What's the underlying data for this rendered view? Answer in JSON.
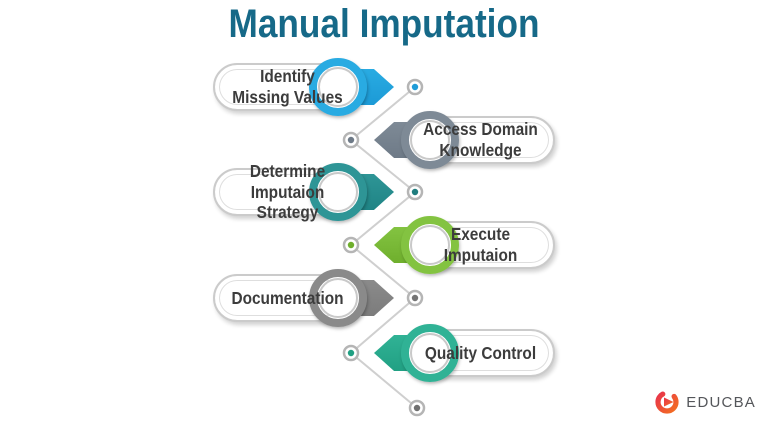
{
  "title": {
    "text": "Manual Imputation",
    "color": "#166988"
  },
  "steps": [
    {
      "label": "Identify\nMissing Values",
      "side": "left",
      "accent": "#29ABE2",
      "accent_dark": "#1C9AD6"
    },
    {
      "label": "Access Domain\nKnowledge",
      "side": "right",
      "accent": "#7E8A96",
      "accent_dark": "#6E7A87"
    },
    {
      "label": "Determine\nImputaion Strategy",
      "side": "left",
      "accent": "#2E9596",
      "accent_dark": "#1F8485"
    },
    {
      "label": "Execute Imputaion",
      "side": "right",
      "accent": "#83C341",
      "accent_dark": "#6FAF2D"
    },
    {
      "label": "Documentation",
      "side": "left",
      "accent": "#8A8A8A",
      "accent_dark": "#7C7C7C"
    },
    {
      "label": "Quality Control",
      "side": "right",
      "accent": "#30B295",
      "accent_dark": "#21A083"
    }
  ],
  "connector": {
    "line_color": "#CFCFCF",
    "node_ring_color": "#B5B5B5",
    "node_dot_colors": [
      "#1E9CD8",
      "#6E7A87",
      "#1F7D7E",
      "#6FAF2D",
      "#757575",
      "#21A083",
      "#6F6F6F"
    ]
  },
  "logo": {
    "wordmark": "EDUCBA",
    "text_color": "#54565A",
    "icon_gradient_start": "#E8334B",
    "icon_gradient_end": "#F36F21"
  },
  "text_color": "#3C3C3C"
}
